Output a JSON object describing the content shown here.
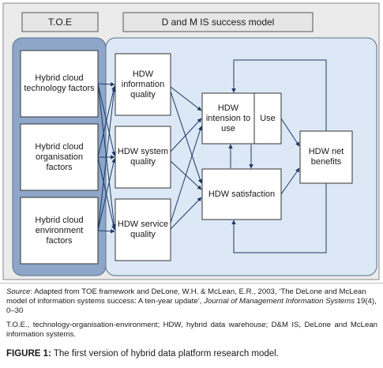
{
  "diagram": {
    "toe_title": "T.O.E",
    "dm_title": "D and M IS success model",
    "toe_factors": [
      "Hybrid cloud technology factors",
      "Hybrid cloud organisation factors",
      "Hybrid cloud environment factors"
    ],
    "quality_boxes": [
      "HDW information quality",
      "HDW system quality",
      "HDW service quality"
    ],
    "intention": "HDW intension to use",
    "use": "Use",
    "satisfaction": "HDW satisfaction",
    "net_benefits": "HDW net benefits",
    "colors": {
      "page_bg": "#ffffff",
      "outer_bg": "#ebebeb",
      "toe_panel": "#8ea7c8",
      "dm_panel": "#dce8f6",
      "box_fill": "#ffffff",
      "arrow": "#1f3864"
    }
  },
  "caption": {
    "source_label": "Source",
    "source_text_1": ": Adapted from TOE framework and DeLone, W.H. & McLean, E.R., 2003, ‘The DeLone and McLean model of information systems success: A ten-year update’, ",
    "journal": "Journal of Management Information Systems",
    "source_text_2": " 19(4), 0–30",
    "abbreviations": "T.O.E., technology-organisation-environment; HDW, hybrid data warehouse; D&M IS, DeLone and McLean information systems.",
    "figure_label": "FIGURE 1:",
    "figure_text": " The first version of hybrid data platform research model."
  }
}
